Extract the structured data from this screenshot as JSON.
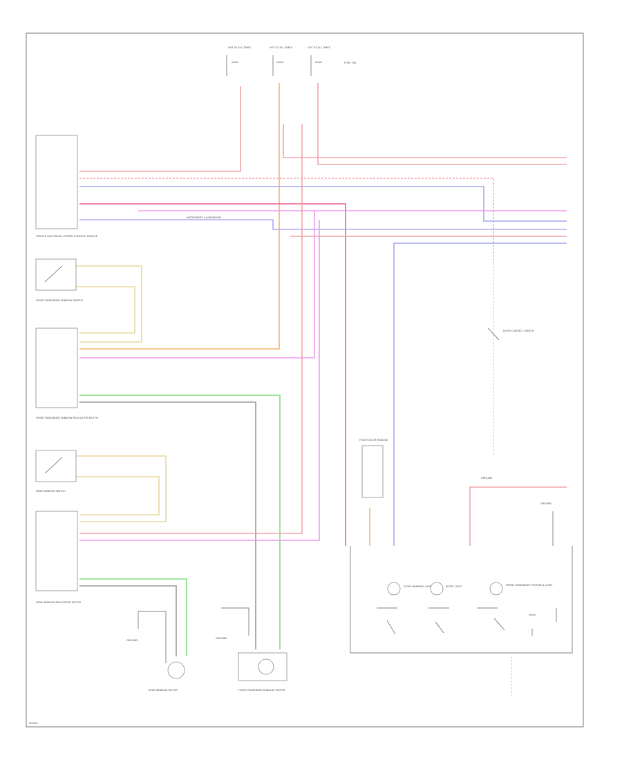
{
  "diagram": {
    "footer_code": "W1000",
    "colors": {
      "red": "#f2a3a8",
      "orange": "#f7b46a",
      "blue": "#a3a8f0",
      "magenta": "#f09af0",
      "pink_red": "#f05a8a",
      "green": "#7ee07a",
      "yellow": "#e8d9a0",
      "gray": "#999999"
    },
    "labels": {
      "fuse_a": "HOT AT ALL TIMES",
      "fuse_b": "HOT AT ALL TIMES",
      "fuse_c": "HOT AT ALL TIMES",
      "fuse_note": "FUSE 10A",
      "module_left_top": "VEHICLE ELECTRICAL SYSTEM CONTROL MODULE",
      "sw_front_pass": "FRONT PASSENGER WINDOW SWITCH",
      "module_front_pass": "FRONT PASSENGER WINDOW REGULATOR MOTOR",
      "sw_rear": "REAR WINDOW SWITCH",
      "module_rear": "REAR WINDOW REGULATOR MOTOR",
      "ground_a": "GROUND",
      "ground_b": "GROUND",
      "motor_rear": "REAR WINDOW MOTOR",
      "motor_front": "FRONT PASSENGER WINDOW MOTOR",
      "interior_light": "INSTRUMENT ILLUMINATION",
      "door_module": "FRONT DOOR MODULE",
      "door_contact": "DOOR CONTACT SWITCH",
      "ground_c": "GROUND",
      "right_ground": "GROUND",
      "lamp_a": "DOOR WARNING LIGHT",
      "lamp_b": "ENTRY LIGHT",
      "lamp_c": "FRONT PASSENGER FOOTWELL LIGHT"
    }
  }
}
